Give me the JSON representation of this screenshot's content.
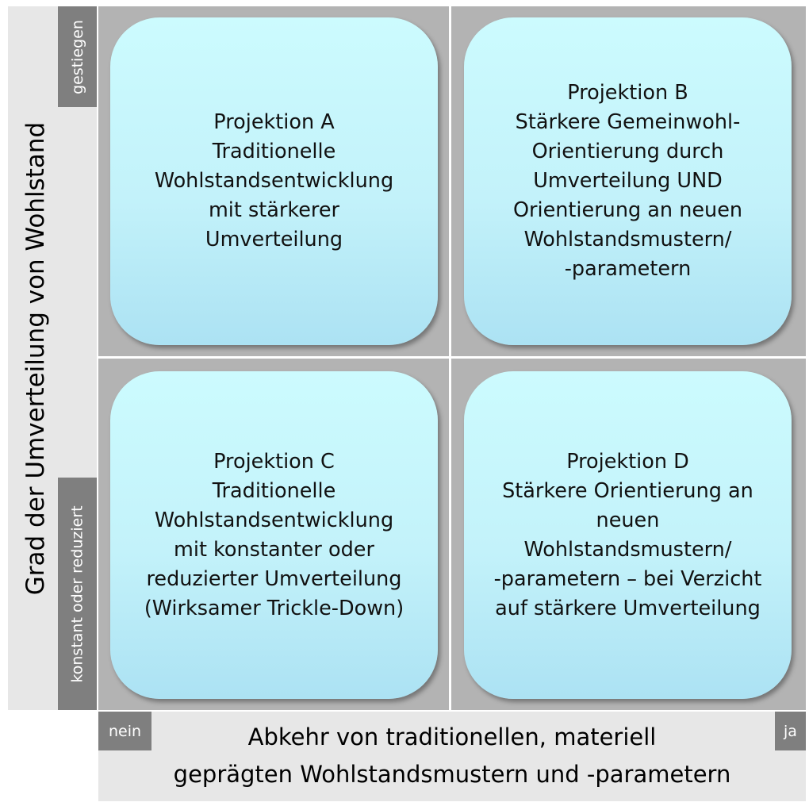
{
  "y_axis": {
    "title": "Grad der Umverteilung von Wohlstand",
    "high_label": "gestiegen",
    "low_label": "konstant oder reduziert"
  },
  "x_axis": {
    "title": "Abkehr von traditionellen, materiell\ngeprägten Wohlstandsmustern und -parametern",
    "low_label": "nein",
    "high_label": "ja"
  },
  "quadrants": [
    {
      "position": "top-left",
      "text": "Projektion A\nTraditionelle\nWohlstandsentwicklung\nmit stärkerer\nUmverteilung"
    },
    {
      "position": "top-right",
      "text": "Projektion B\nStärkere Gemeinwohl-\nOrientierung durch\nUmverteilung UND\nOrientierung an neuen\nWohlstandsmustern/\n-parametern"
    },
    {
      "position": "bottom-left",
      "text": "Projektion C\nTraditionelle\nWohlstandsentwicklung\nmit konstanter oder\nreduzierter Umverteilung\n(Wirksamer Trickle-Down)"
    },
    {
      "position": "bottom-right",
      "text": "Projektion D\nStärkere Orientierung an\nneuen\nWohlstandsmustern/\n-parametern – bei Verzicht\nauf stärkere Umverteilung"
    }
  ],
  "colors": {
    "card_top": "#ccfbfe",
    "card_bottom": "#ace2f3",
    "grid_bg": "#b3b3b3",
    "band_bg": "#e7e7e7",
    "label_bg": "#7f7f7f"
  }
}
